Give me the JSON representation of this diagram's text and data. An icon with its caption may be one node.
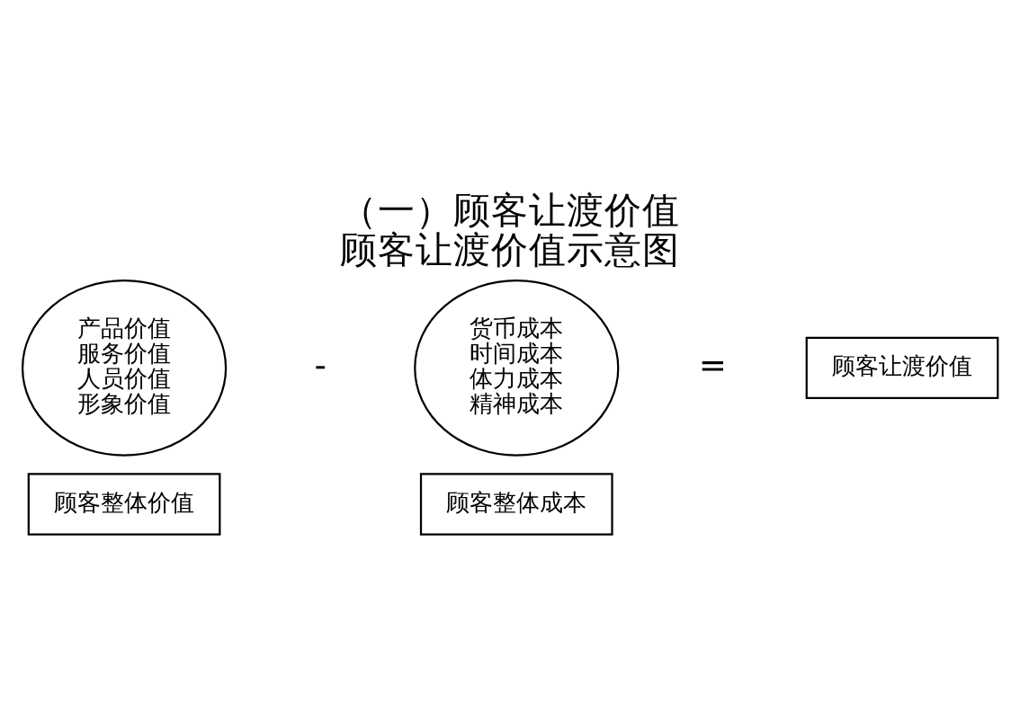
{
  "diagram": {
    "title": "（一）顾客让渡价值",
    "caption": "顾客让渡价值示意图",
    "nodes": [
      {
        "text": [
          "产品价值",
          "服务价值",
          "人员价值",
          "形象价值"
        ]
      },
      {
        "text": [
          "顾客整体价值"
        ]
      },
      {
        "text": [
          "货币成本",
          "时间成本",
          "体力成本",
          "精神成本"
        ]
      },
      {
        "text": [
          "顾客整体成本"
        ]
      },
      {
        "text": [
          "顾客让渡价值"
        ]
      }
    ],
    "labels": [
      "-",
      "="
    ]
  }
}
